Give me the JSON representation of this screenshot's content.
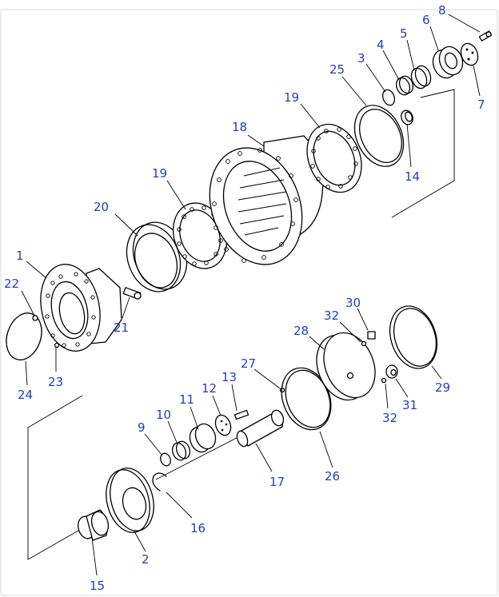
{
  "callouts": [
    {
      "id": "c1",
      "text": "1"
    },
    {
      "id": "c2",
      "text": "2"
    },
    {
      "id": "c3",
      "text": "3"
    },
    {
      "id": "c4",
      "text": "4"
    },
    {
      "id": "c5",
      "text": "5"
    },
    {
      "id": "c6",
      "text": "6"
    },
    {
      "id": "c7",
      "text": "7"
    },
    {
      "id": "c8",
      "text": "8"
    },
    {
      "id": "c9",
      "text": "9"
    },
    {
      "id": "c10",
      "text": "10"
    },
    {
      "id": "c11",
      "text": "11"
    },
    {
      "id": "c12",
      "text": "12"
    },
    {
      "id": "c13",
      "text": "13"
    },
    {
      "id": "c14",
      "text": "14"
    },
    {
      "id": "c15",
      "text": "15"
    },
    {
      "id": "c16",
      "text": "16"
    },
    {
      "id": "c17",
      "text": "17"
    },
    {
      "id": "c18",
      "text": "18"
    },
    {
      "id": "c19a",
      "text": "19"
    },
    {
      "id": "c19b",
      "text": "19"
    },
    {
      "id": "c20",
      "text": "20"
    },
    {
      "id": "c21",
      "text": "21"
    },
    {
      "id": "c22",
      "text": "22"
    },
    {
      "id": "c23",
      "text": "23"
    },
    {
      "id": "c24",
      "text": "24"
    },
    {
      "id": "c25",
      "text": "25"
    },
    {
      "id": "c26",
      "text": "26"
    },
    {
      "id": "c27",
      "text": "27"
    },
    {
      "id": "c28",
      "text": "28"
    },
    {
      "id": "c29",
      "text": "29"
    },
    {
      "id": "c30",
      "text": "30"
    },
    {
      "id": "c31",
      "text": "31"
    },
    {
      "id": "c32a",
      "text": "32"
    },
    {
      "id": "c32b",
      "text": "32"
    }
  ],
  "colors": {
    "callout": "#1f3fbf",
    "line": "#000000"
  }
}
